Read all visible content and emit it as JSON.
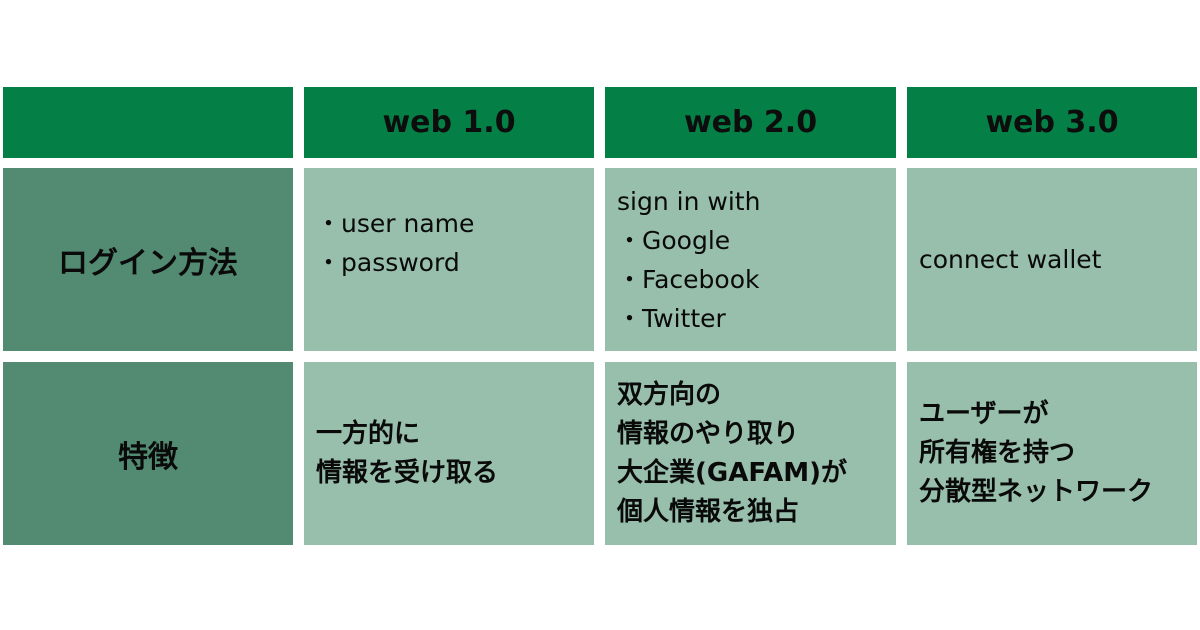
{
  "colors": {
    "header_bg": "#048046",
    "label_bg": "#528a72",
    "cell_bg": "#98bfac",
    "text": "#0a0a0a"
  },
  "table": {
    "header": {
      "corner": "",
      "columns": [
        "web 1.0",
        "web 2.0",
        "web 3.0"
      ]
    },
    "rows": [
      {
        "label": "ログイン方法",
        "cells": [
          [
            "・user name",
            "・password"
          ],
          [
            "sign in with",
            "・Google",
            "・Facebook",
            "・Twitter"
          ],
          [
            "connect wallet"
          ]
        ]
      },
      {
        "label": "特徴",
        "cells": [
          [
            "一方的に",
            "情報を受け取る"
          ],
          [
            "双方向の",
            "情報のやり取り",
            "大企業(GAFAM)が",
            "個人情報を独占"
          ],
          [
            "ユーザーが",
            "所有権を持つ",
            "分散型ネットワーク"
          ]
        ]
      }
    ]
  }
}
